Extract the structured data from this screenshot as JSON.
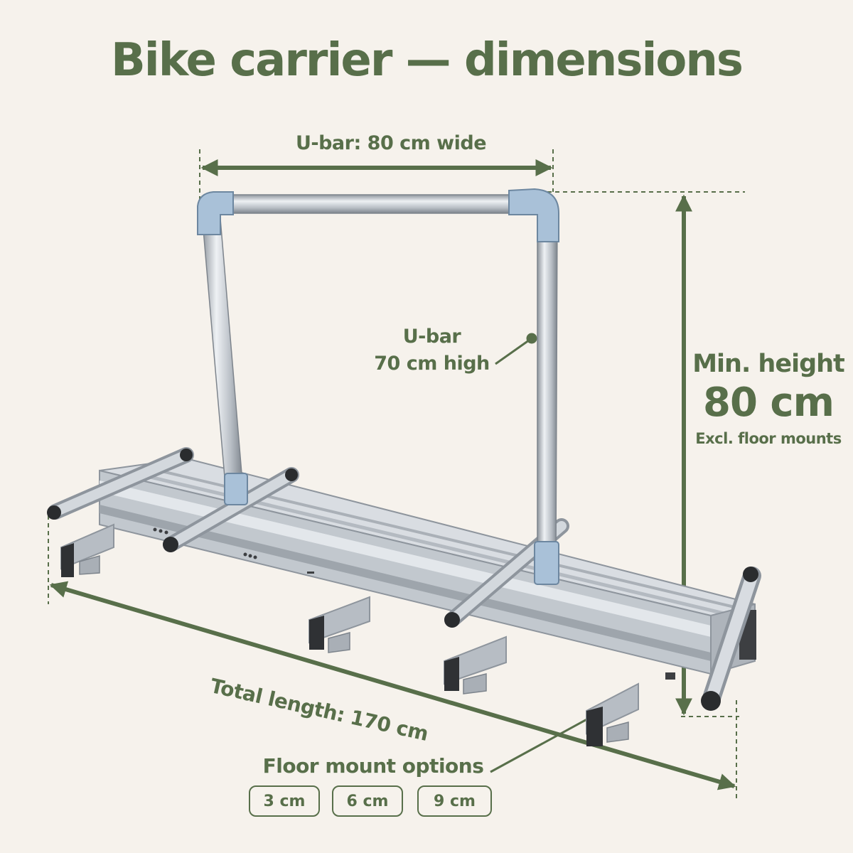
{
  "title": "Bike carrier — dimensions",
  "dimensions": {
    "ubar_width_label": "U-bar: 80 cm wide",
    "ubar_height_line1": "U-bar",
    "ubar_height_line2": "70 cm high",
    "min_height_label": "Min. height",
    "min_height_value": "80 cm",
    "min_height_note": "Excl. floor mounts",
    "total_length_label": "Total length: 170 cm"
  },
  "floor_mounts": {
    "title": "Floor mount options",
    "options": [
      "3 cm",
      "6 cm",
      "9 cm"
    ]
  },
  "colors": {
    "accent": "#586f4a",
    "background": "#f6f2ec",
    "aluminium": "#c4c9cf"
  }
}
